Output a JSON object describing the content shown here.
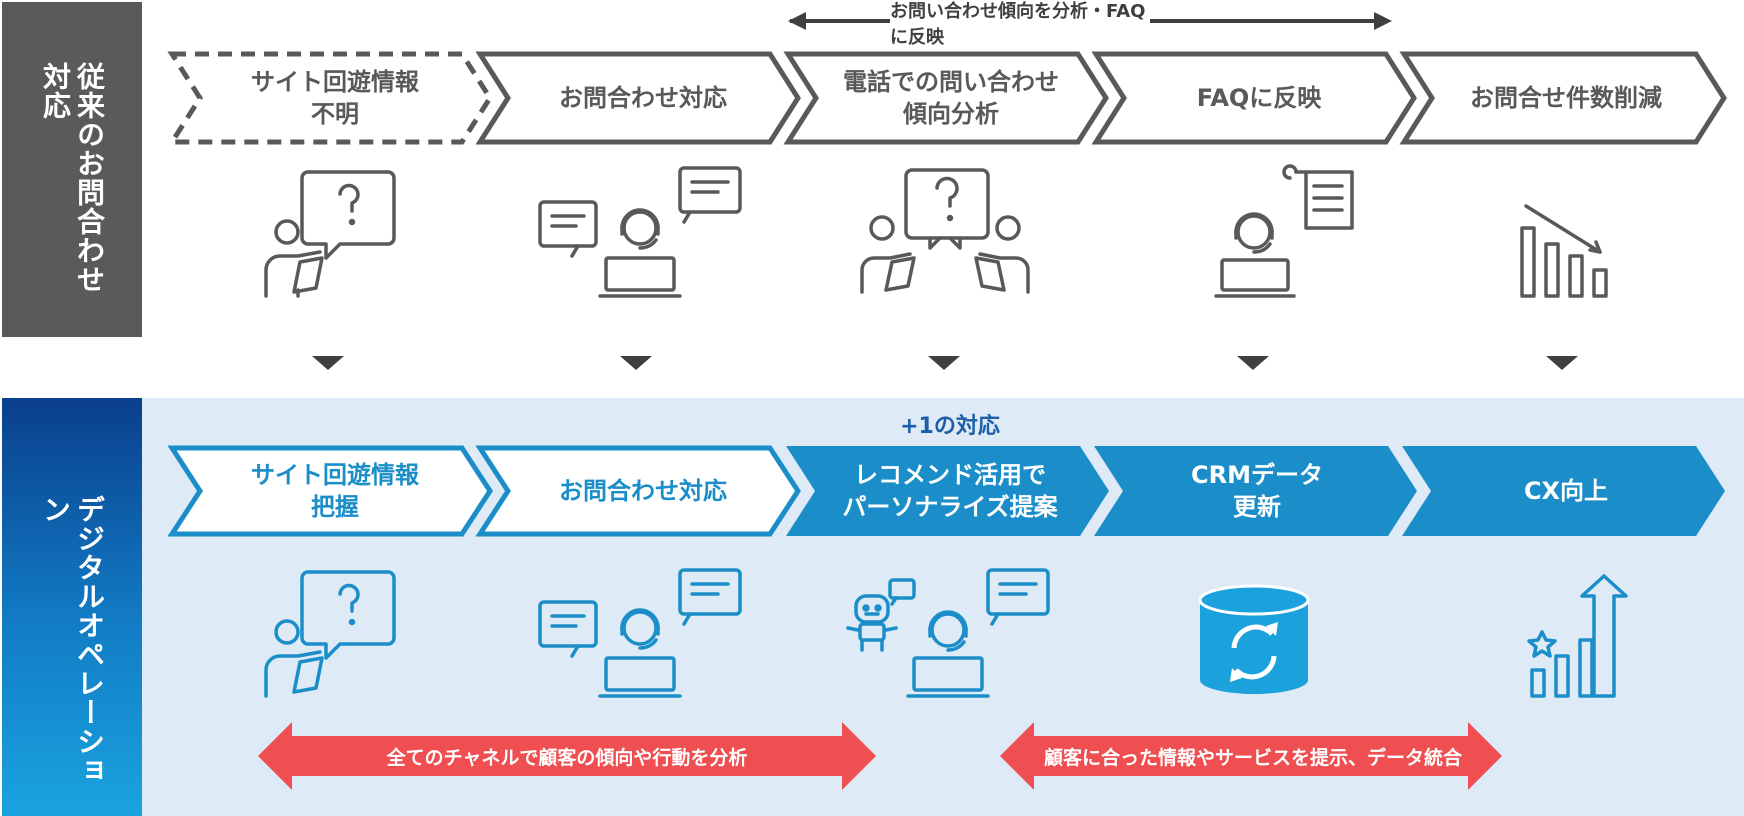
{
  "side_labels": {
    "traditional": "従来のお問合わせ対応",
    "digital": "デジタルオペレーション"
  },
  "top_caption": "お問い合わせ傾向を分析・FAQに反映",
  "top_steps": [
    "サイト回遊情報\n不明",
    "お問合わせ対応",
    "電話での問い合わせ\n傾向分析",
    "FAQに反映",
    "お問合せ件数削減"
  ],
  "plus_caption": "+1の対応",
  "bottom_steps": [
    "サイト回遊情報\n把握",
    "お問合わせ対応",
    "レコメンド活用で\nパーソナライズ提案",
    "CRMデータ\n更新",
    "CX向上"
  ],
  "red_arrows": [
    "全てのチャネルで顧客の傾向や行動を分析",
    "顧客に合った情報やサービスを提示、データ統合"
  ],
  "colors": {
    "gray_dark": "#5a5a5a",
    "gray_line": "#595959",
    "blue_outline": "#1b8ec9",
    "blue_fill": "#1b8ec9",
    "panel_bg": "#deeaf6",
    "red_arrow": "#f04f52"
  },
  "icons": {
    "top": [
      "person-question-icon",
      "operator-chat-icon",
      "meeting-question-icon",
      "operator-document-icon",
      "declining-bars-icon"
    ],
    "bottom": [
      "person-question-icon",
      "operator-chat-icon",
      "robot-operator-icon",
      "database-sync-icon",
      "rising-bars-star-icon"
    ]
  }
}
